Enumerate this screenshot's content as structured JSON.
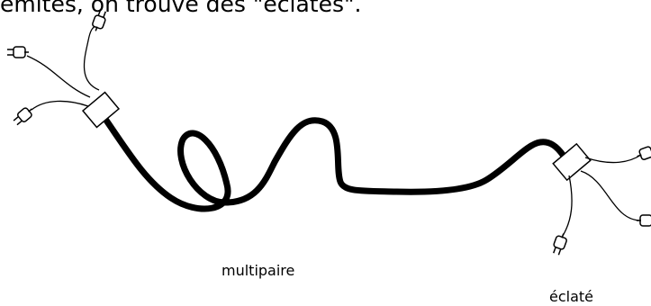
{
  "caption": "emités, on trouve des \"éclatés\".",
  "labels": {
    "multipaire": "multipaire",
    "eclate": "éclaté"
  },
  "icons": {
    "plug": "plug-icon",
    "splitter": "cable-splitter-box"
  },
  "colors": {
    "stroke": "#000000",
    "background": "#ffffff"
  }
}
